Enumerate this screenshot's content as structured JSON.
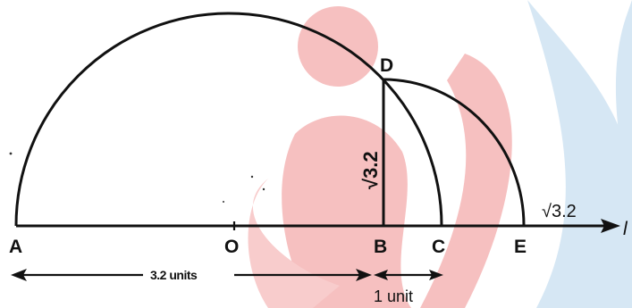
{
  "points": {
    "A": "A",
    "O": "O",
    "B": "B",
    "C": "C",
    "E": "E",
    "D": "D"
  },
  "line_label": "l",
  "segment_db_label": "√3.2",
  "be_label": "√3.2",
  "measure_ab": "3.2 units",
  "measure_bc": "1 unit",
  "watermark_colors": {
    "red": "#f3b3b3",
    "blue": "#cfe3f2"
  }
}
